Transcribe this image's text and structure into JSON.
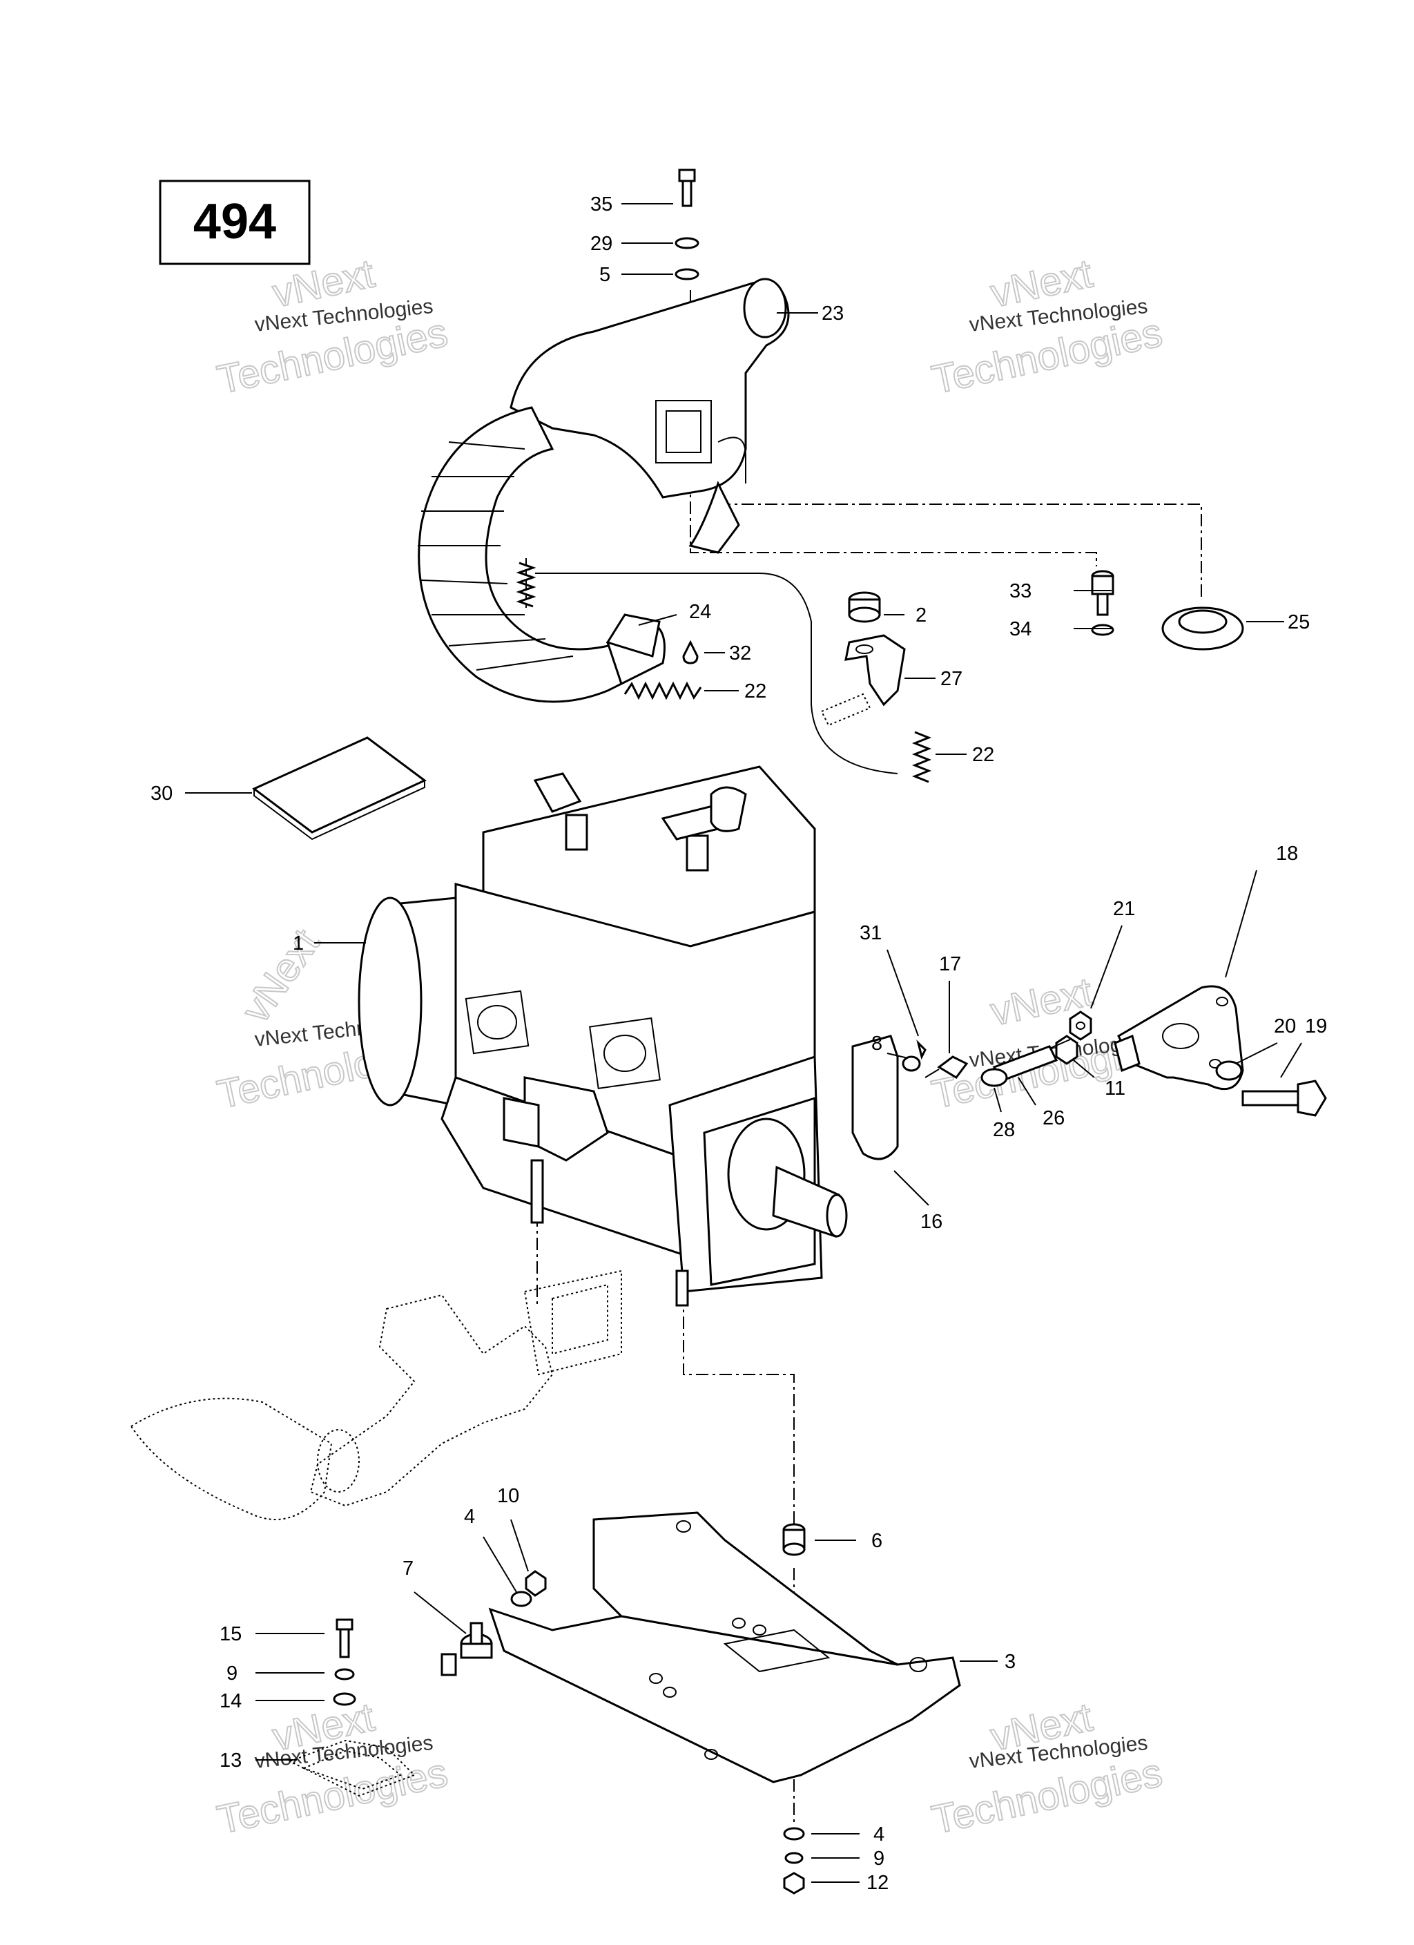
{
  "page_number": "494",
  "watermark": {
    "line1": "vNext Technologies",
    "line2": "vNext",
    "line3": "Technologies"
  },
  "callouts": {
    "c35": "35",
    "c29": "29",
    "c5": "5",
    "c23": "23",
    "c33": "33",
    "c34": "34",
    "c25": "25",
    "c2": "2",
    "c24": "24",
    "c32": "32",
    "c22a": "22",
    "c27": "27",
    "c22b": "22",
    "c30": "30",
    "c18": "18",
    "c21": "21",
    "c31": "31",
    "c17": "17",
    "c8": "8",
    "c20": "20",
    "c19": "19",
    "c1": "1",
    "c11": "11",
    "c28": "28",
    "c26": "26",
    "c16": "16",
    "c10": "10",
    "c4a": "4",
    "c6": "6",
    "c7": "7",
    "c15": "15",
    "c9a": "9",
    "c14": "14",
    "c3": "3",
    "c13": "13",
    "c4b": "4",
    "c9b": "9",
    "c12": "12"
  }
}
